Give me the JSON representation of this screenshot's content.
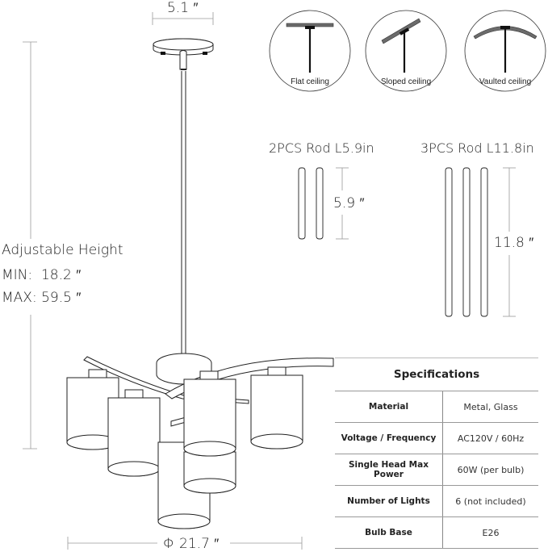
{
  "product_dimensions": {
    "canopy_width": "5.1 ″",
    "diameter": "Φ 21.7 ″",
    "adjustable_height": {
      "label": "Adjustable Height",
      "min_label": "MIN:",
      "min_value": "18.2 ″",
      "max_label": "MAX:",
      "max_value": "59.5 ″"
    }
  },
  "ceiling_types": [
    {
      "label": "Flat ceiling",
      "icon": "flat-ceiling-icon"
    },
    {
      "label": "Sloped ceiling",
      "icon": "sloped-ceiling-icon"
    },
    {
      "label": "Vaulted ceiling",
      "icon": "vaulted-ceiling-icon"
    }
  ],
  "rods": [
    {
      "title": "2PCS Rod L5.9in",
      "count": 2,
      "length": "5.9 ″"
    },
    {
      "title": "3PCS Rod L11.8in",
      "count": 3,
      "length": "11.8 ″"
    }
  ],
  "specifications": {
    "title": "Specifications",
    "rows": [
      {
        "key": "Material",
        "value": "Metal, Glass"
      },
      {
        "key": "Voltage / Frequency",
        "value": "AC120V / 60Hz"
      },
      {
        "key": "Single Head Max Power",
        "value": "60W (per bulb)"
      },
      {
        "key": "Number of Lights",
        "value": "6 (not included)"
      },
      {
        "key": "Bulb Base",
        "value": "E26"
      }
    ]
  },
  "colors": {
    "line": "#222222",
    "dim_line": "#9a9a9a",
    "ceiling_fill": "#6b6b6b"
  }
}
